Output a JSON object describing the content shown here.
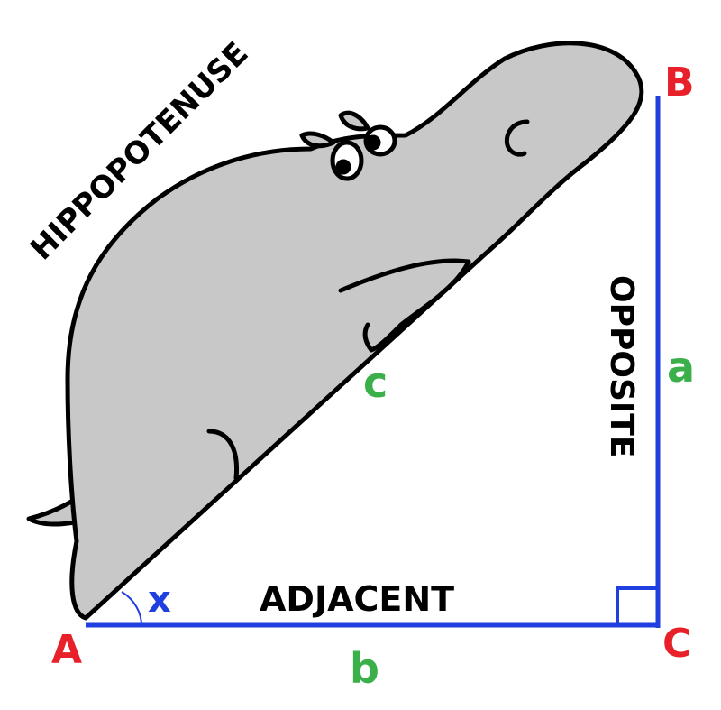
{
  "vertices": {
    "a": "A",
    "b": "B",
    "c": "C"
  },
  "sides": {
    "hyp": "c",
    "opp": "a",
    "adj": "b"
  },
  "angle": "x",
  "words": {
    "hyp": "HIPPOPOTENUSE",
    "opp": "OPPOSITE",
    "adj": "ADJACENT"
  },
  "colors": {
    "line": "#1f3fe0",
    "vertex": "#e8202a",
    "side": "#3bb04a",
    "hippo": "#c8c8c8",
    "outline": "#000000"
  }
}
